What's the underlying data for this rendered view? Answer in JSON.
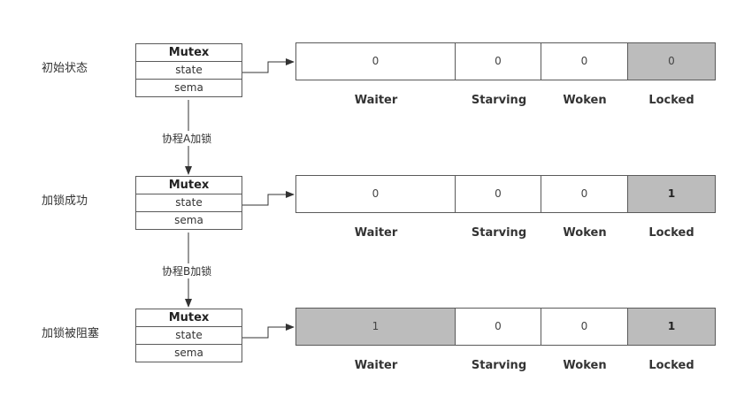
{
  "mutex_fields": {
    "title": "Mutex",
    "state": "state",
    "sema": "sema"
  },
  "state_field_labels": [
    "Waiter",
    "Starving",
    "Woken",
    "Locked"
  ],
  "stages": [
    {
      "label": "初始状态",
      "values": [
        "0",
        "0",
        "0",
        "0"
      ]
    },
    {
      "label": "加锁成功",
      "values": [
        "0",
        "0",
        "0",
        "1"
      ]
    },
    {
      "label": "加锁被阻塞",
      "values": [
        "1",
        "0",
        "0",
        "1"
      ]
    }
  ],
  "transitions": [
    {
      "label": "协程A加锁"
    },
    {
      "label": "协程B加锁"
    }
  ],
  "colors": {
    "highlight_fill": "#bcbcbc",
    "border": "#5a5a5a",
    "background": "#ffffff"
  }
}
